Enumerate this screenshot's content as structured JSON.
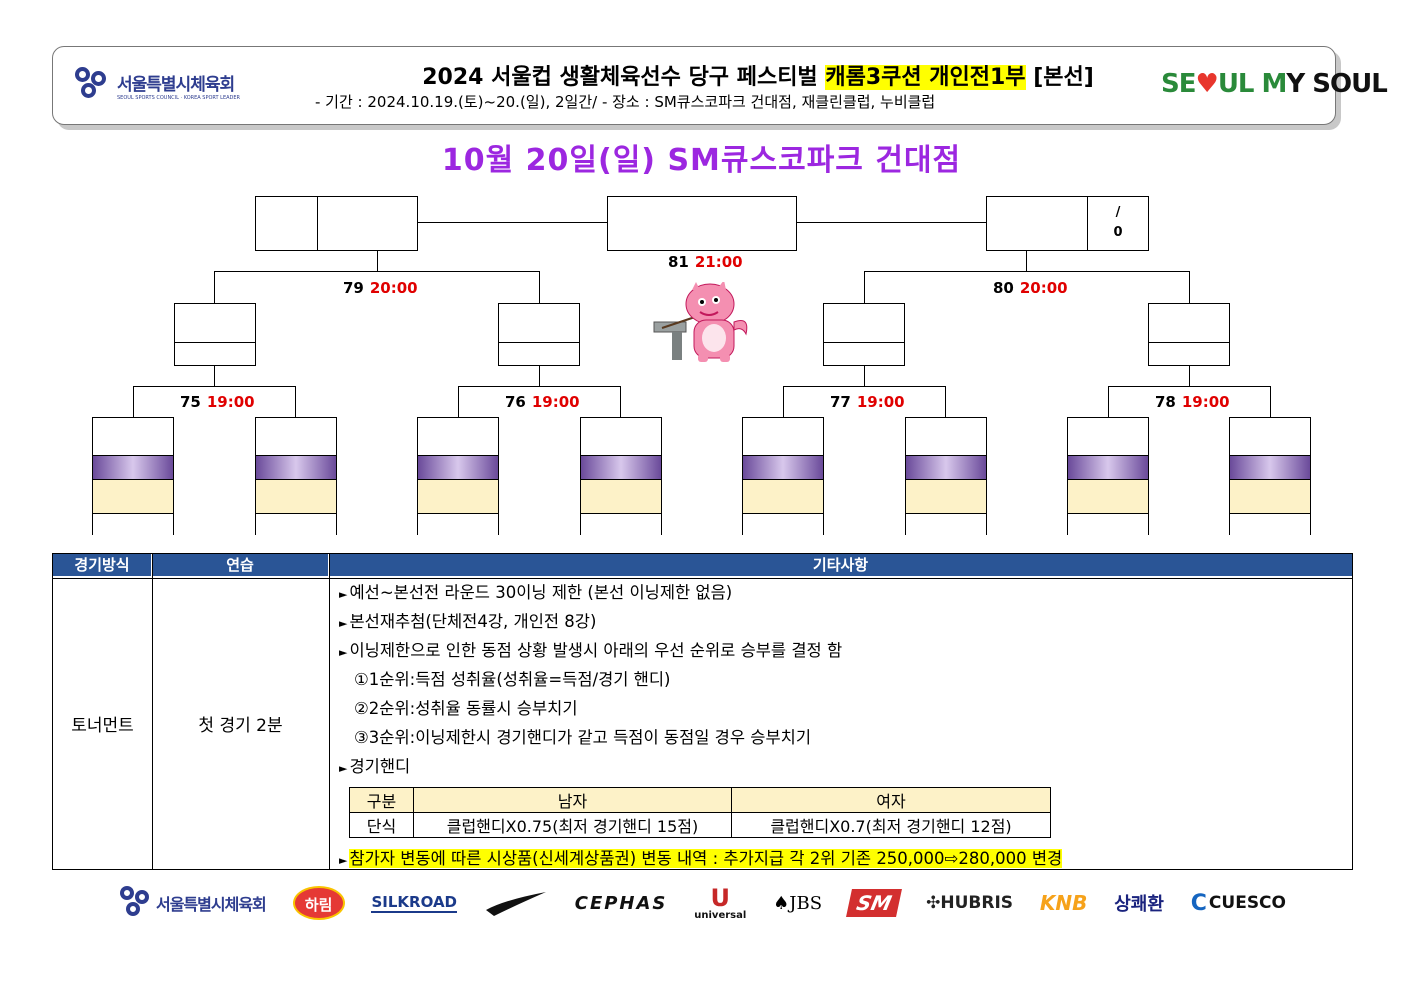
{
  "header": {
    "org_ko": "서울특별시체육회",
    "org_en": "SEOUL SPORTS COUNCIL · KOREA SPORT LEADER",
    "title_pre": "2024 서울컵 생활체육선수 당구 페스티벌 ",
    "title_highlight": "캐롬3쿠션 개인전1부",
    "title_post": " [본선]",
    "subtitle": "- 기간 : 2024.10.19.(토)~20.(일), 2일간/ - 장소 : SM큐스코파크 건대점, 재클린클럽, 누비클럽",
    "brand_a": "SE",
    "brand_heart": "♥",
    "brand_b": "UL M",
    "brand_c": "Y SOUL"
  },
  "date_title": "10월 20일(일) SM큐스코파크 건대점",
  "bracket": {
    "final": {
      "no": "81",
      "time": "21:00"
    },
    "semi_left": {
      "no": "79",
      "time": "20:00"
    },
    "semi_right": {
      "no": "80",
      "time": "20:00"
    },
    "quarters": [
      {
        "no": "75",
        "time": "19:00"
      },
      {
        "no": "76",
        "time": "19:00"
      },
      {
        "no": "77",
        "time": "19:00"
      },
      {
        "no": "78",
        "time": "19:00"
      }
    ],
    "right_box_line1": "/",
    "right_box_line2": "0"
  },
  "info": {
    "headers": [
      "경기방식",
      "연습",
      "기타사항"
    ],
    "method": "토너먼트",
    "practice": "첫 경기 2분",
    "bullet": "►",
    "notes": [
      "예선~본선전 라운드 30이닝 제한 (본선 이닝제한 없음)",
      "본선재추첨(단체전4강, 개인전 8강)",
      "이닝제한으로 인한 동점 상황 발생시 아래의 우선 순위로 승부를 결정 함",
      "①1순위:득점 성취율(성취율=득점/경기 핸디)",
      "②2순위:성취율 동률시 승부치기",
      "③3순위:이닝제한시 경기핸디가 같고 득점이 동점일 경우 승부치기",
      "경기핸디",
      "참가자 변동에 따른 시상품(신세계상품권) 변동 내역 : 추가지급 각 2위 기존 250,000⇨280,000 변경"
    ],
    "handicap": {
      "head": [
        "구분",
        "남자",
        "여자"
      ],
      "row": [
        "단식",
        "클럽핸디X0.75(최저 경기핸디 15점)",
        "클럽핸디X0.7(최저 경기핸디 12점)"
      ]
    }
  },
  "sponsors": [
    "서울특별시체육회",
    "하림",
    "SILKROAD",
    "CEPHAS",
    "universal",
    "♠JBS",
    "SM",
    "HUBRIS",
    "KNB",
    "상쾌환",
    "CUESCO"
  ]
}
